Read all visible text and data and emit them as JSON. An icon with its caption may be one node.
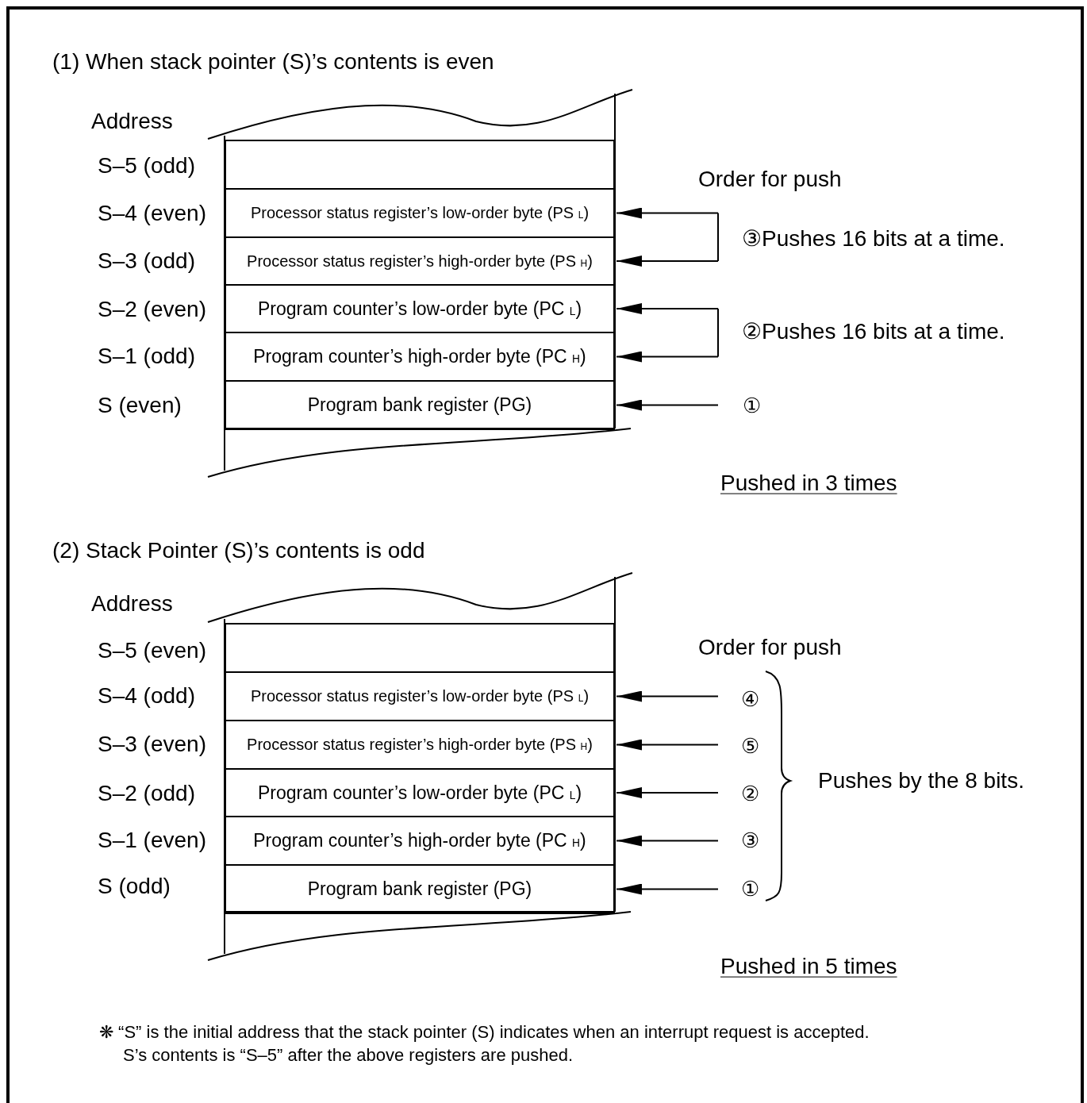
{
  "diagram": {
    "nodes": [
      {
        "text": [],
        "shape": "box"
      },
      {
        "text": [
          "Processor status register’s low-order byte (PS $_{L}$)"
        ]
      },
      {
        "text": [
          "Processor status register’s high-order byte (PS $_{H}$)"
        ]
      },
      {
        "text": [
          "Program counter’s low-order byte (PC $_{L}$)"
        ]
      },
      {
        "text": [
          "Program counter’s high-order byte (PC $_{H}$)"
        ]
      },
      {
        "text": [
          "Program bank register (PG)"
        ]
      },
      {
        "text": [],
        "shape": "box"
      },
      {
        "text": [
          "Processor status register’s low-order byte (PS $_{L}$)"
        ]
      },
      {
        "text": [
          "Processor status register’s high-order byte (PS $_{H}$)"
        ]
      },
      {
        "text": [
          "Program counter’s low-order byte (PC $_{L}$)"
        ]
      },
      {
        "text": [
          "Program counter’s high-order byte (PC $_{H}$)"
        ]
      },
      {
        "text": [
          "Program bank register (PG)"
        ]
      }
    ],
    "edges": [
      {
        "from": null,
        "to": 1,
        "arrow": "to"
      },
      {
        "from": null,
        "to": 2,
        "arrow": "to"
      },
      {
        "from": null,
        "to": 3,
        "arrow": "to"
      },
      {
        "from": null,
        "to": 4,
        "arrow": "to"
      },
      {
        "from": null,
        "to": 5,
        "arrow": "to"
      },
      {
        "from": null,
        "to": 7,
        "arrow": "to"
      },
      {
        "from": null,
        "to": 8,
        "arrow": "to"
      },
      {
        "from": null,
        "to": 9,
        "arrow": "to"
      },
      {
        "from": null,
        "to": 10,
        "arrow": "to"
      },
      {
        "from": null,
        "to": 11,
        "arrow": "to"
      }
    ],
    "labels": [
      "(1) When stack pointer (S)’s contents is even",
      "Address",
      "S–5 (odd)",
      "Order for push",
      "S–4 (even)",
      "③Pushes 16 bits at a time.",
      "S–3 (odd)",
      "S–2 (even)",
      "②Pushes 16 bits at a time.",
      "S–1 (odd)",
      "S (even)",
      "①",
      "Pushed in 3 times",
      "(2) Stack Pointer (S)’s contents is odd",
      "Address",
      "S–5 (even)",
      "Order for push",
      "S–4 (odd)",
      "④",
      "S–3 (even)",
      "⑤",
      "S–2 (odd)",
      "②",
      "Pushes by the 8 bits.",
      "S–1 (even)",
      "③",
      "S (odd)",
      "①",
      "Pushed in 5 times",
      "❋ “S” is the initial address that the stack pointer (S) indicates when an interrupt request is accepted.",
      "S’s contents is “S–5” after the above registers are pushed."
    ]
  }
}
